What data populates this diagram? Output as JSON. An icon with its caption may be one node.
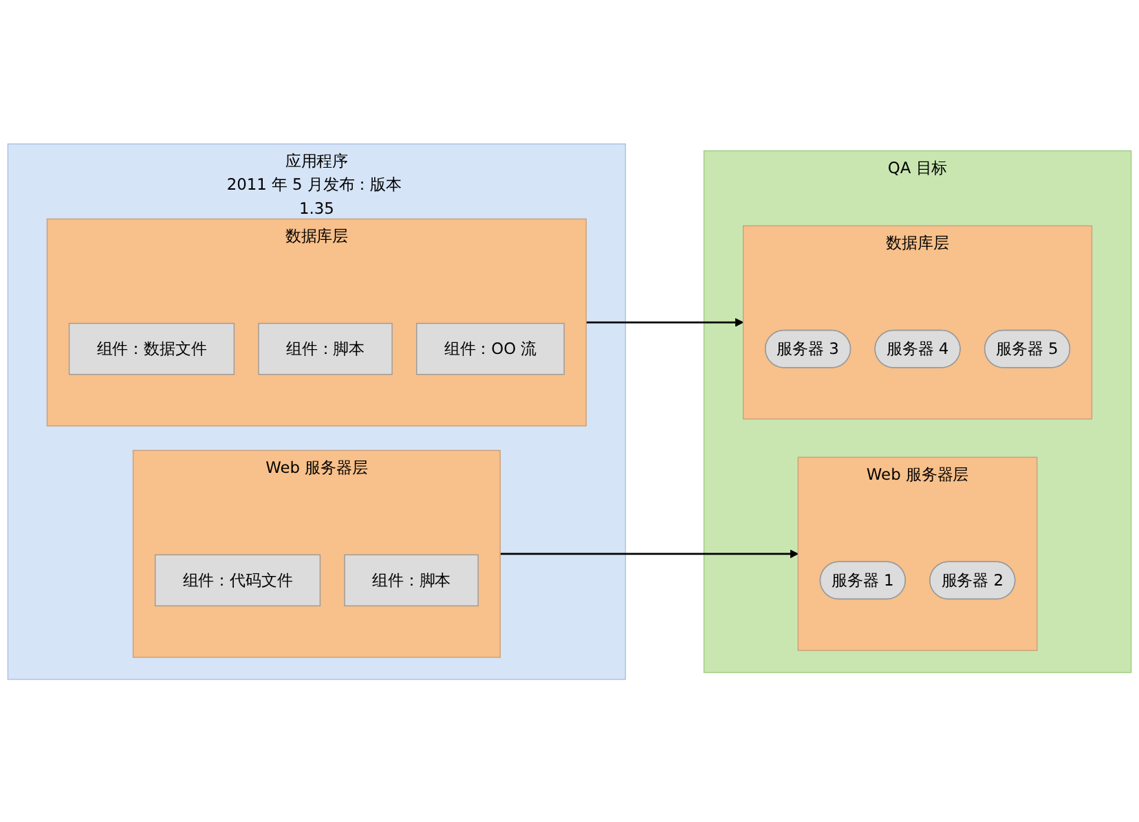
{
  "diagram": {
    "nodes": [
      {
        "text": [
          "应用程序",
          "2011 年 5 月发布：版本 1.35"
        ]
      },
      {
        "text": [
          "Web 服务器层"
        ],
        "in": 0
      },
      {
        "text": [
          "组件：代码文件"
        ],
        "in": 1
      },
      {
        "text": [
          "组件：脚本"
        ],
        "in": 1
      },
      {
        "text": [
          "数据库层"
        ],
        "in": 0
      },
      {
        "text": [
          "组件：数据文件"
        ],
        "in": 4
      },
      {
        "text": [
          "组件：脚本"
        ],
        "in": 4
      },
      {
        "text": [
          "组件：OO 流"
        ],
        "in": 4
      },
      {
        "text": [
          "QA 目标"
        ]
      },
      {
        "text": [
          "Web 服务器层"
        ],
        "in": 8
      },
      {
        "text": [
          "服务器 1"
        ],
        "in": 9
      },
      {
        "text": [
          "服务器 2"
        ],
        "in": 9
      },
      {
        "text": [
          "数据库层"
        ],
        "in": 8
      },
      {
        "text": [
          "服务器 3"
        ],
        "in": 12
      },
      {
        "text": [
          "服务器 4"
        ],
        "in": 12
      },
      {
        "text": [
          "服务器 5"
        ],
        "in": 12
      }
    ],
    "edges": [
      {
        "from": 1,
        "to": 9,
        "arrow": "to"
      },
      {
        "from": 4,
        "to": 12,
        "arrow": "to"
      }
    ]
  }
}
